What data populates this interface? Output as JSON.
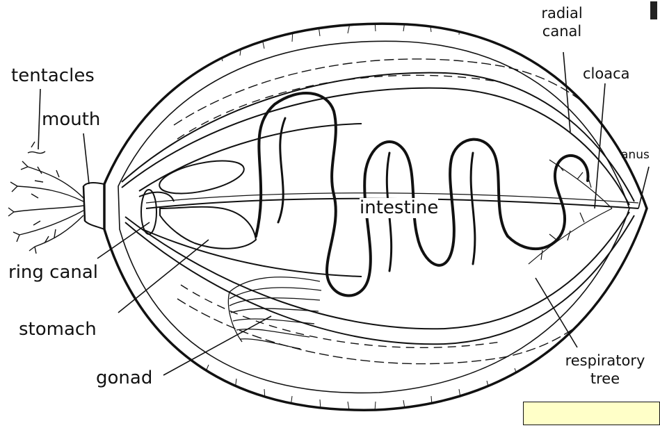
{
  "labels": {
    "tentacles": "tentacles",
    "mouth": "mouth",
    "ring_canal": "ring canal",
    "stomach": "stomach",
    "gonad": "gonad",
    "intestine": "intestine",
    "radial_canal_1": "radial",
    "radial_canal_2": "canal",
    "cloaca": "cloaca",
    "anus": "anus",
    "respiratory_tree_1": "respiratory",
    "respiratory_tree_2": "tree"
  },
  "colors": {
    "ink": "#111111",
    "paper": "#ffffff",
    "note_box": "#ffffc8"
  }
}
